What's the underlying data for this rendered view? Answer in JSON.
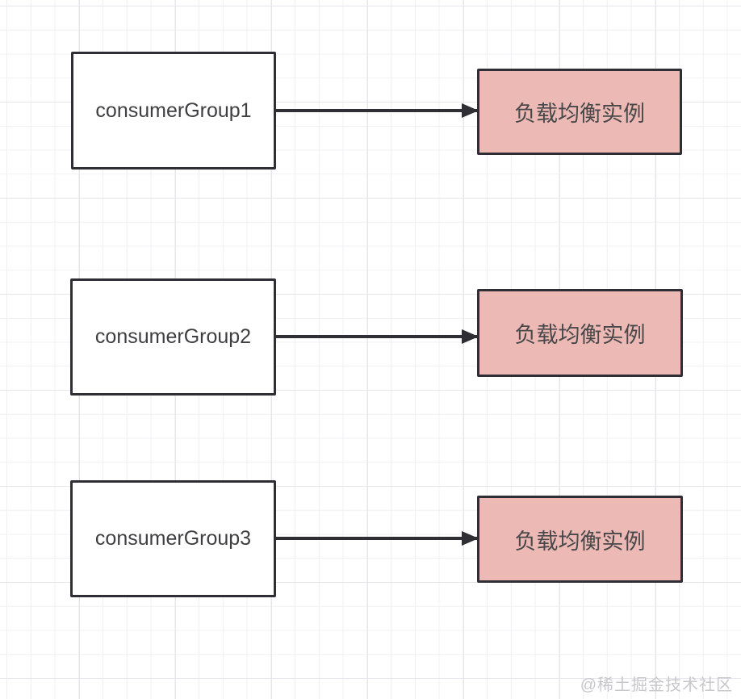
{
  "rows": [
    {
      "source": "consumerGroup1",
      "target": "负载均衡实例"
    },
    {
      "source": "consumerGroup2",
      "target": "负载均衡实例"
    },
    {
      "source": "consumerGroup3",
      "target": "负载均衡实例"
    }
  ],
  "watermark": {
    "text": "@稀土掘金技术社区"
  },
  "colors": {
    "background": "#ffffff",
    "target_fill": "#ecb9b4",
    "stroke": "#2e2e34",
    "text": "#3f3f42",
    "grid_minor": "#f0f0f4",
    "grid_major": "#e5e5ec",
    "watermark": "#c8c8cc"
  }
}
